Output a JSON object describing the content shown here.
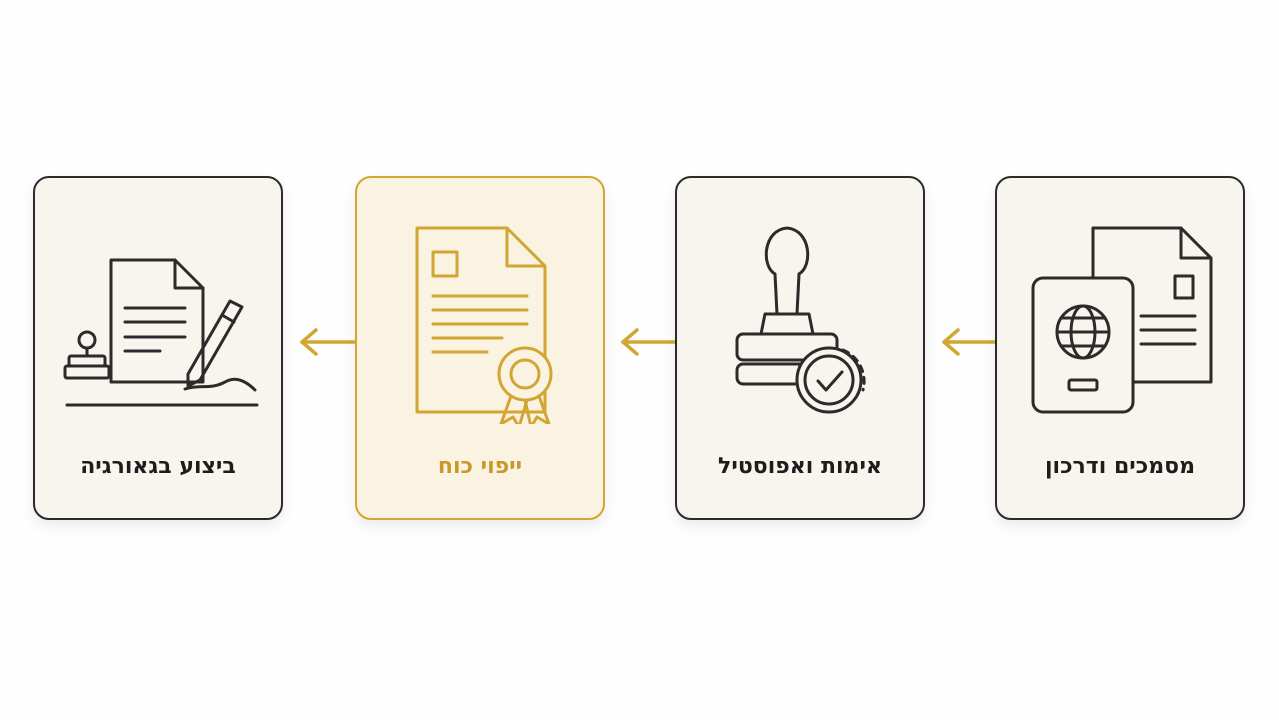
{
  "steps": [
    {
      "label": "מסמכים ודרכון",
      "icon": "passport-documents-icon",
      "highlighted": false
    },
    {
      "label": "אימות ואפוסטיל",
      "icon": "stamp-check-icon",
      "highlighted": false
    },
    {
      "label": "ייפוי כוח",
      "icon": "certificate-ribbon-icon",
      "highlighted": true
    },
    {
      "label": "ביצוע בגאורגיה",
      "icon": "signing-document-pen-icon",
      "highlighted": false
    }
  ],
  "colors": {
    "accent": "#d2a633",
    "ink": "#2b2b2b",
    "card_background": "#f8f5ef",
    "highlight_background": "#faf3e1"
  }
}
